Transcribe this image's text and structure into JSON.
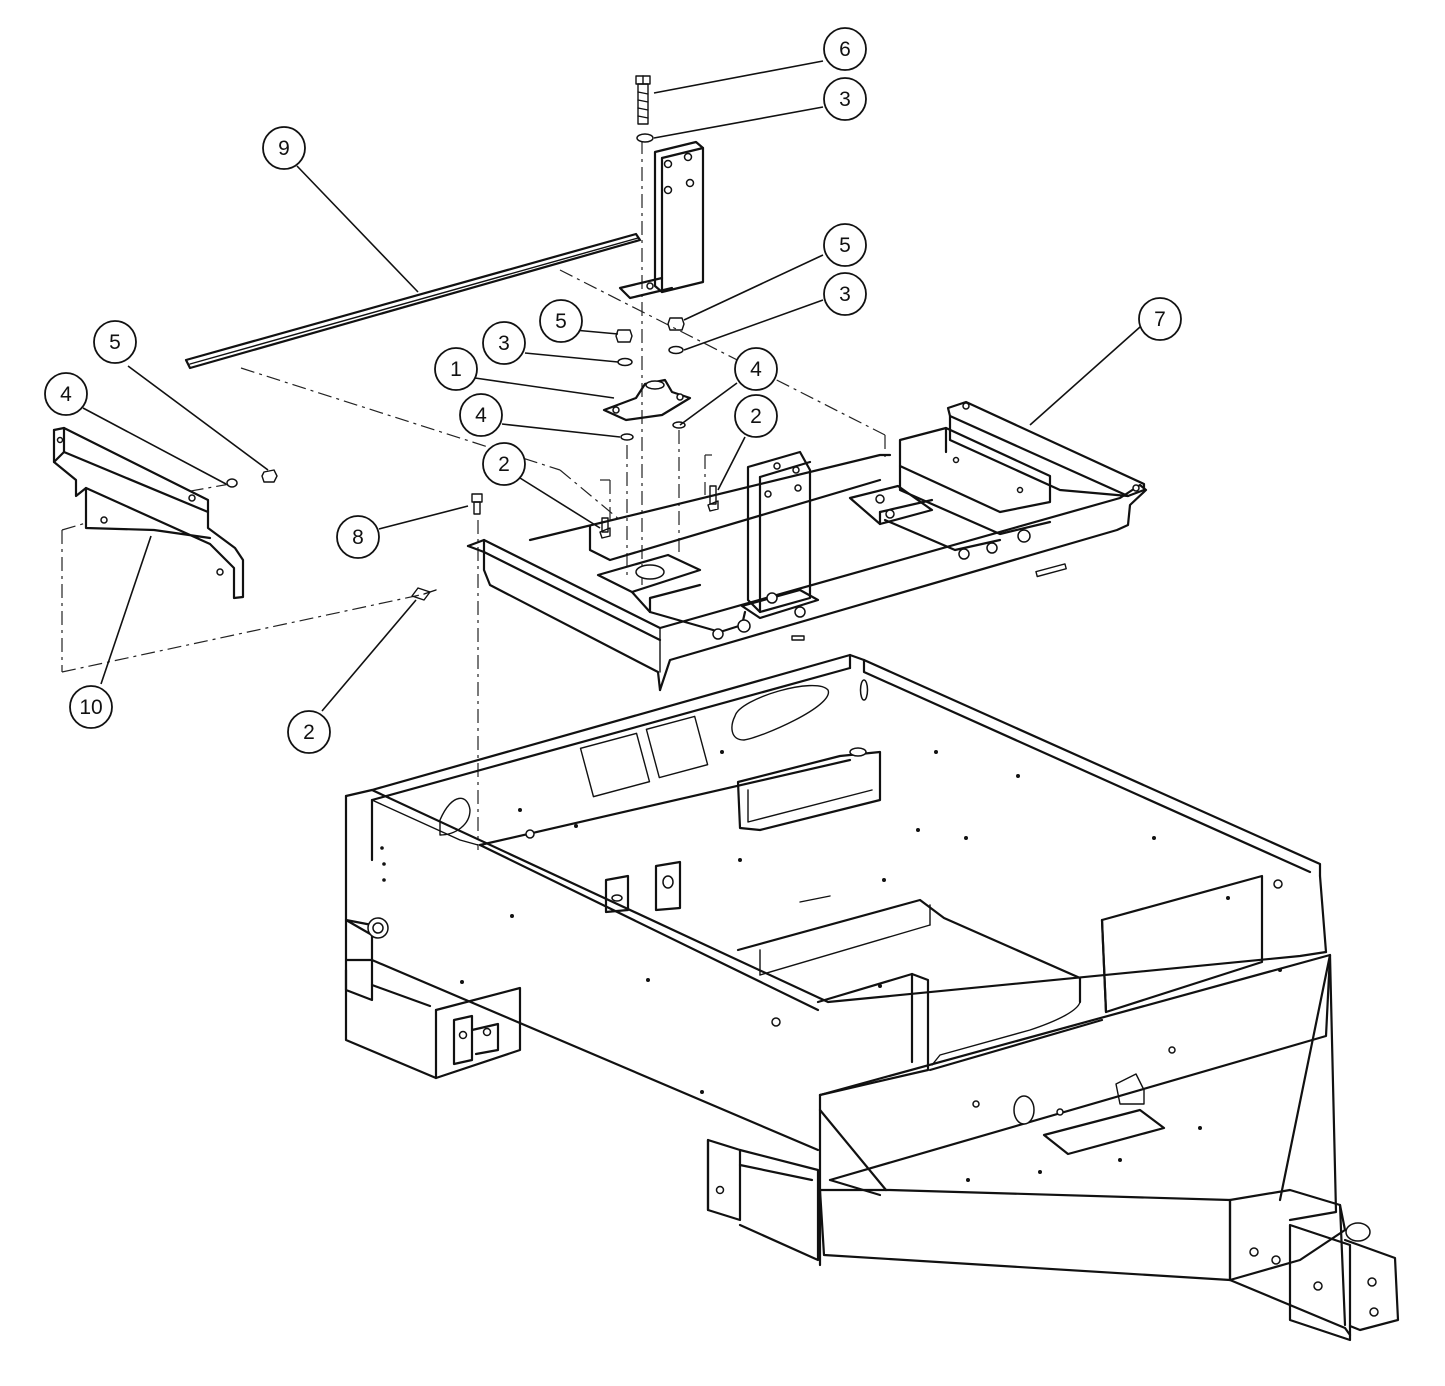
{
  "diagram": {
    "callouts": [
      {
        "id": "c1",
        "label": "1"
      },
      {
        "id": "c2a",
        "label": "2"
      },
      {
        "id": "c2b",
        "label": "2"
      },
      {
        "id": "c2c",
        "label": "2"
      },
      {
        "id": "c3a",
        "label": "3"
      },
      {
        "id": "c3b",
        "label": "3"
      },
      {
        "id": "c3c",
        "label": "3"
      },
      {
        "id": "c4a",
        "label": "4"
      },
      {
        "id": "c4b",
        "label": "4"
      },
      {
        "id": "c4c",
        "label": "4"
      },
      {
        "id": "c5a",
        "label": "5"
      },
      {
        "id": "c5b",
        "label": "5"
      },
      {
        "id": "c5c",
        "label": "5"
      },
      {
        "id": "c6",
        "label": "6"
      },
      {
        "id": "c7",
        "label": "7"
      },
      {
        "id": "c8",
        "label": "8"
      },
      {
        "id": "c9",
        "label": "9"
      },
      {
        "id": "c10",
        "label": "10"
      }
    ]
  }
}
